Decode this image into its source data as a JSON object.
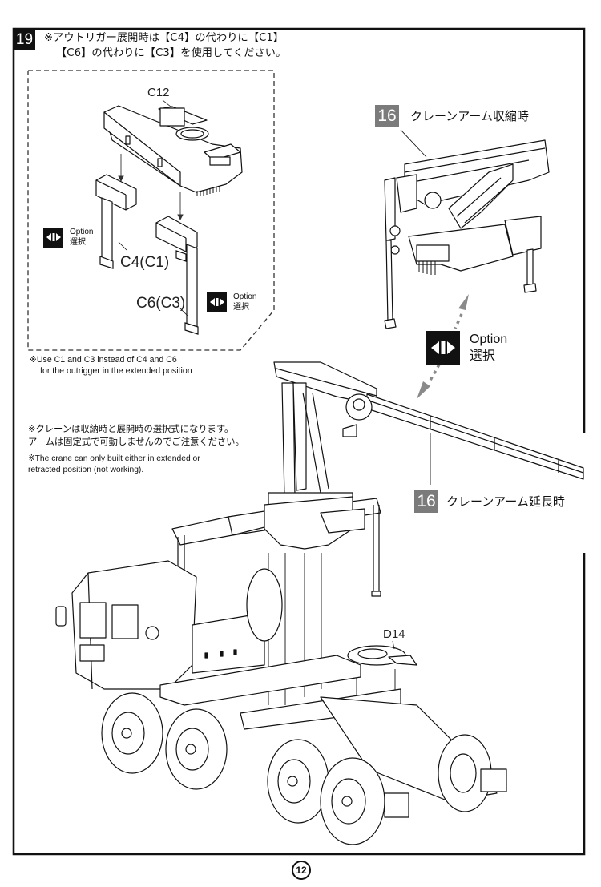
{
  "step": {
    "number": "19",
    "note_jp_line1": "※アウトリガー展開時は【C4】の代わりに【C1】",
    "note_jp_line2": "【C6】の代わりに【C3】を使用してください。"
  },
  "option_box": {
    "parts": {
      "top": "C12",
      "leg_front": "C4(C1)",
      "leg_rear": "C6(C3)"
    },
    "option_badges": [
      {
        "label": "Option",
        "sub": "選択"
      },
      {
        "label": "Option",
        "sub": "選択"
      }
    ],
    "note_en_line1": "※Use C1 and C3 instead of C4 and C6",
    "note_en_line2": "for the outrigger in the extended position"
  },
  "crane_note": {
    "jp_line1": "※クレーンは収納時と展開時の選択式になります。",
    "jp_line2": "アームは固定式で可動しませんのでご注意ください。",
    "en_line1": "※The crane can only built either in extended or",
    "en_line2": "retracted position (not working)."
  },
  "references": {
    "retracted": {
      "step": "16",
      "caption": "クレーンアーム収縮時"
    },
    "extended": {
      "step": "16",
      "caption": "クレーンアーム延長時"
    }
  },
  "main_option": {
    "label": "Option",
    "sub": "選択"
  },
  "assembly_parts": {
    "turntable": "D14"
  },
  "page": {
    "number": "12"
  },
  "colors": {
    "ink": "#111111",
    "ref_badge": "#7b7b7b",
    "arrow_gray": "#8a8a8a"
  }
}
